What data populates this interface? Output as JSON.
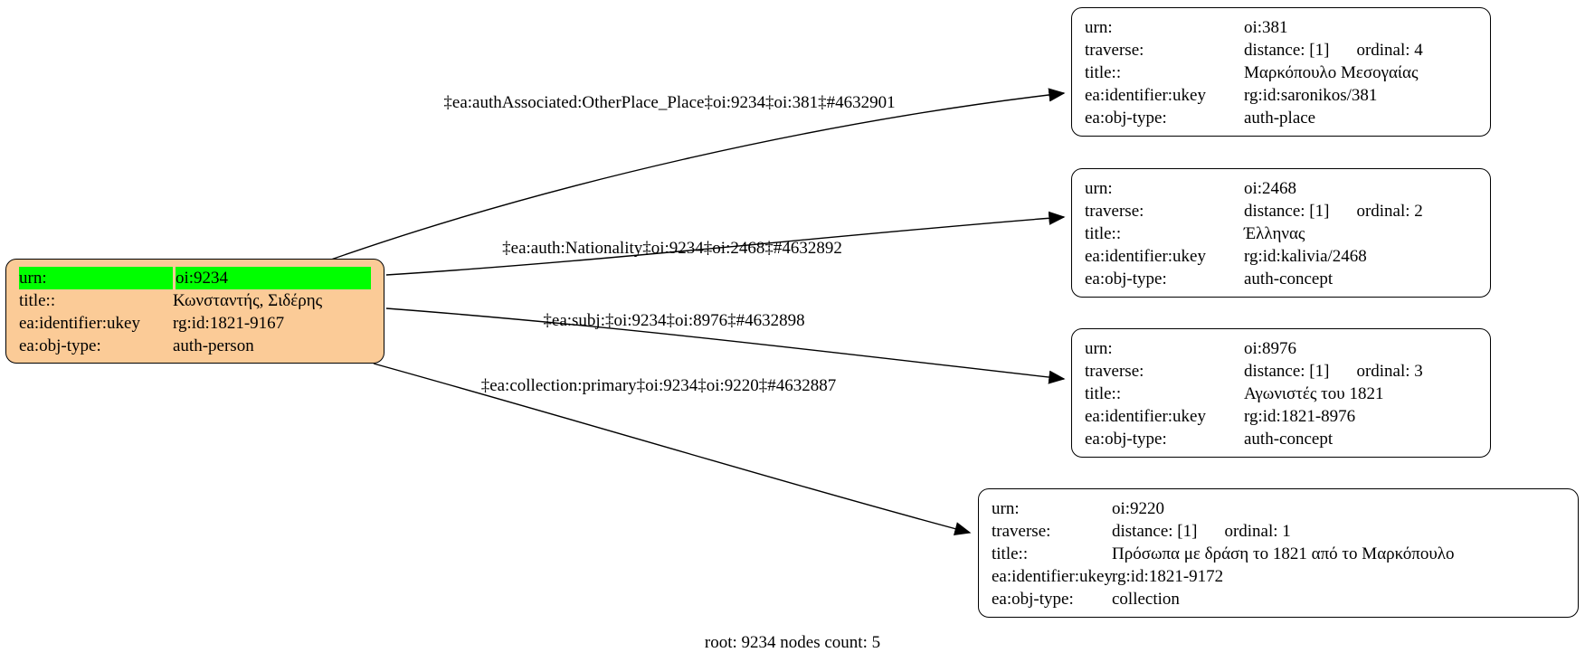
{
  "caption": "root: 9234 nodes count: 5",
  "colors": {
    "background": "#FFFFFF",
    "root_fill": "#FBCB97",
    "highlight": "#00FF00",
    "border": "#000000",
    "edge": "#000000",
    "text": "#000000"
  },
  "root": {
    "rows": [
      {
        "key": "urn:",
        "value": "oi:9234"
      },
      {
        "key": "title::",
        "value": "Κωνσταντής, Σιδέρης"
      },
      {
        "key": "ea:identifier:ukey",
        "value": "rg:id:1821-9167"
      },
      {
        "key": "ea:obj-type:",
        "value": "auth-person"
      }
    ]
  },
  "nodes": [
    {
      "rows": [
        {
          "key": "urn:",
          "value": "oi:381"
        },
        {
          "key": "traverse:",
          "value": "distance: [1]",
          "extra": "ordinal: 4"
        },
        {
          "key": "title::",
          "value": "Μαρκόπουλο Μεσογαίας"
        },
        {
          "key": "ea:identifier:ukey",
          "value": "rg:id:saronikos/381"
        },
        {
          "key": "ea:obj-type:",
          "value": "auth-place"
        }
      ]
    },
    {
      "rows": [
        {
          "key": "urn:",
          "value": "oi:2468"
        },
        {
          "key": "traverse:",
          "value": "distance: [1]",
          "extra": "ordinal: 2"
        },
        {
          "key": "title::",
          "value": "Έλληνας"
        },
        {
          "key": "ea:identifier:ukey",
          "value": "rg:id:kalivia/2468"
        },
        {
          "key": "ea:obj-type:",
          "value": "auth-concept"
        }
      ]
    },
    {
      "rows": [
        {
          "key": "urn:",
          "value": "oi:8976"
        },
        {
          "key": "traverse:",
          "value": "distance: [1]",
          "extra": "ordinal: 3"
        },
        {
          "key": "title::",
          "value": "Αγωνιστές του 1821"
        },
        {
          "key": "ea:identifier:ukey",
          "value": "rg:id:1821-8976"
        },
        {
          "key": "ea:obj-type:",
          "value": "auth-concept"
        }
      ]
    },
    {
      "rows": [
        {
          "key": "urn:",
          "value": "oi:9220"
        },
        {
          "key": "traverse:",
          "value": "distance: [1]",
          "extra": "ordinal: 1"
        },
        {
          "key": "title::",
          "value": "Πρόσωπα με δράση το 1821 από το Μαρκόπουλο"
        },
        {
          "key": "ea:identifier:ukey",
          "value": "rg:id:1821-9172"
        },
        {
          "key": "ea:obj-type:",
          "value": "collection"
        }
      ]
    }
  ],
  "edges": [
    {
      "label": "‡ea:authAssociated:OtherPlace_Place‡oi:9234‡oi:381‡#4632901"
    },
    {
      "label": "‡ea:auth:Nationality‡oi:9234‡oi:2468‡#4632892"
    },
    {
      "label": "‡ea:subj:‡oi:9234‡oi:8976‡#4632898"
    },
    {
      "label": "‡ea:collection:primary‡oi:9234‡oi:9220‡#4632887"
    }
  ]
}
